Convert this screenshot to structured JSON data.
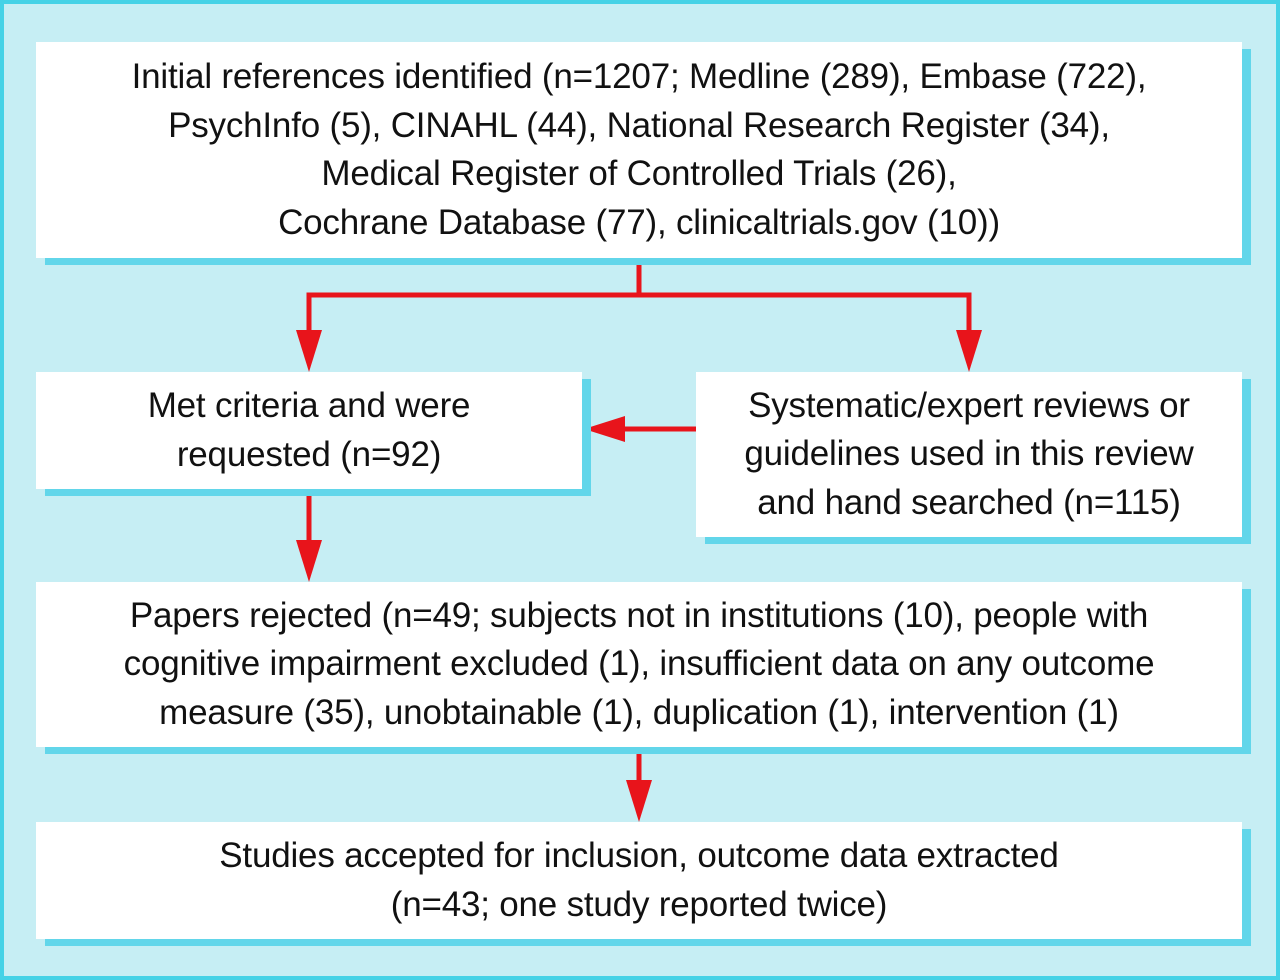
{
  "colors": {
    "background": "#c6eef4",
    "border": "#45d2e6",
    "box_shadow": "#62d6ea",
    "arrow": "#e8141b",
    "text": "#111111"
  },
  "flowchart": {
    "initial": {
      "lines": [
        "Initial references identified (n=1207; Medline (289), Embase (722),",
        "PsychInfo (5), CINAHL (44), National Research Register (34),",
        "Medical Register of Controlled Trials (26),",
        "Cochrane Database (77), clinicaltrials.gov (10))"
      ]
    },
    "met_criteria": {
      "lines": [
        "Met criteria and were",
        "requested (n=92)"
      ]
    },
    "reviews": {
      "lines": [
        "Systematic/expert reviews or",
        "guidelines used in this review",
        "and hand searched (n=115)"
      ]
    },
    "rejected": {
      "lines": [
        "Papers rejected (n=49; subjects not in institutions (10), people with",
        "cognitive impairment excluded (1), insufficient data on any outcome",
        "measure (35), unobtainable (1), duplication (1), intervention (1)"
      ]
    },
    "accepted": {
      "lines": [
        "Studies accepted for inclusion, outcome data extracted",
        "(n=43; one study reported twice)"
      ]
    }
  }
}
